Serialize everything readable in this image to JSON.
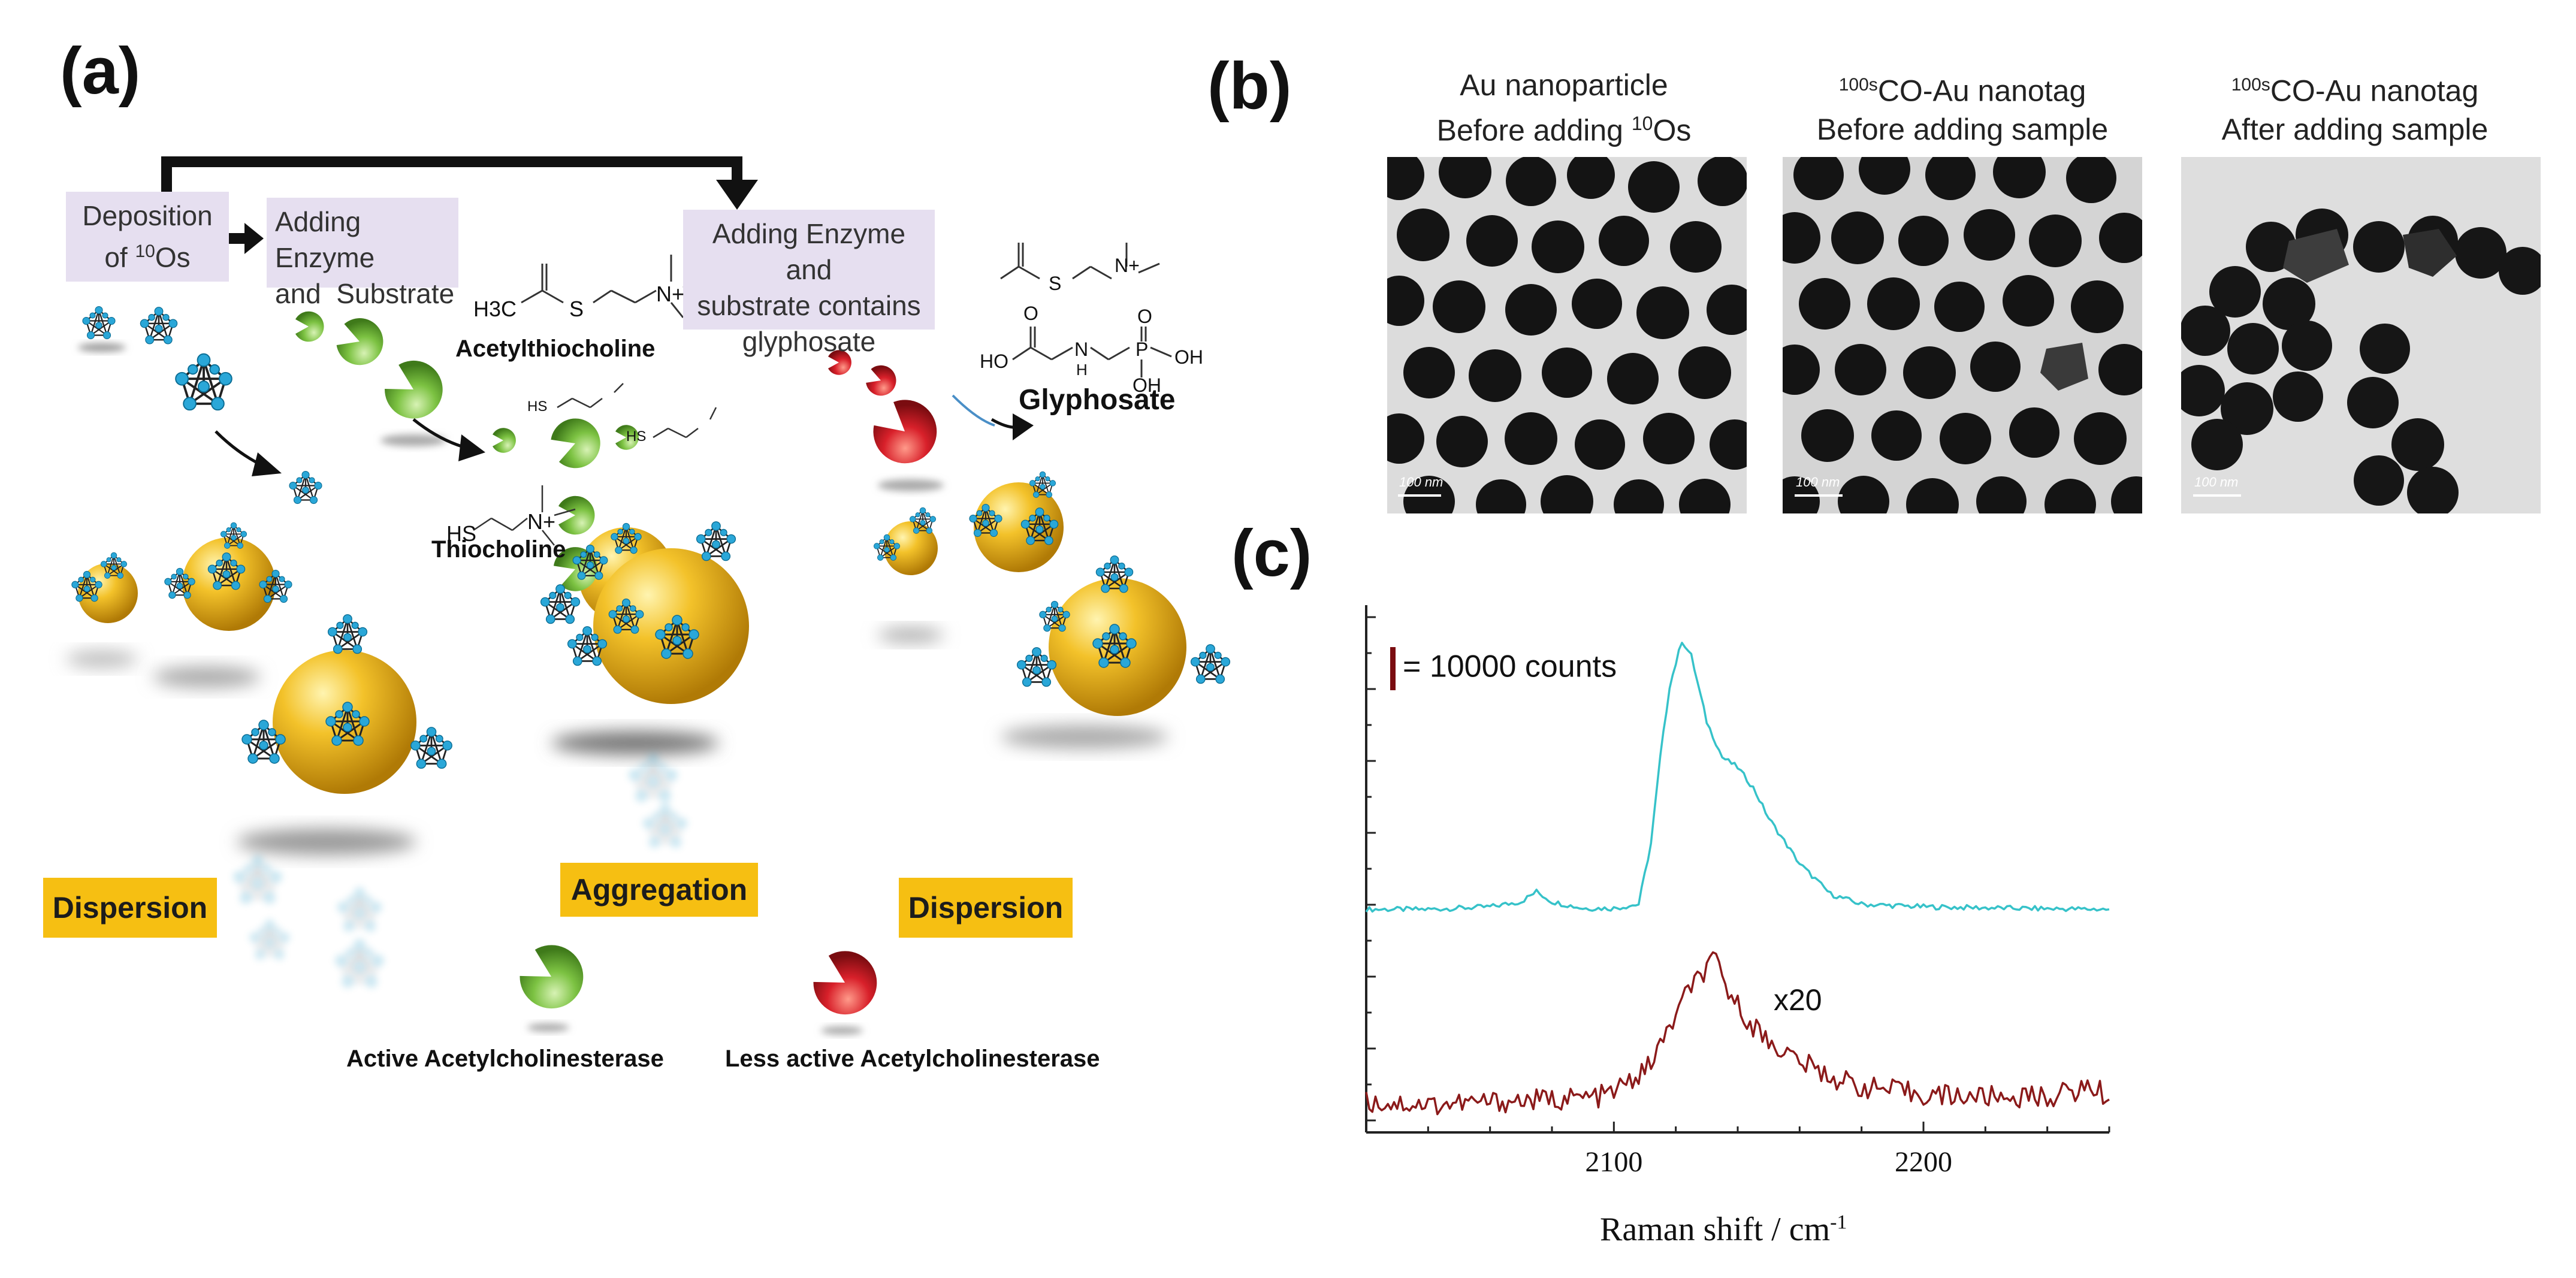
{
  "figure": {
    "panel_a": {
      "label": "(a)",
      "steps": {
        "deposition_line1": "Deposition",
        "deposition_line2_pre": "of ",
        "deposition_sup": "10",
        "deposition_line2_post": "Os",
        "adding_enzyme_line1": "Adding Enzyme",
        "adding_enzyme_line2": "and  Substrate",
        "adding_glyphosate_line1": "Adding Enzyme and",
        "adding_glyphosate_line2": "substrate contains",
        "adding_glyphosate_line3": "glyphosate"
      },
      "molecules": {
        "acetylthiocholine": "Acetylthiocholine",
        "thiocholine": "Thiocholine",
        "glyphosate": "Glyphosate",
        "h3c": "H3C",
        "s": "S",
        "n_plus": "N+",
        "hs": "HS",
        "o": "O",
        "oh": "OH",
        "ho": "HO",
        "p": "P",
        "n": "N",
        "h": "H"
      },
      "states": [
        "Dispersion",
        "Aggregation",
        "Dispersion"
      ],
      "legend": {
        "active": "Active Acetylcholinesterase",
        "less_active": "Less active Acetylcholinesterase"
      },
      "colors": {
        "step_box": "#e6dff0",
        "state_box": "#f6bf12",
        "gold": "#f0b51c",
        "cluster": "#2aa7d8",
        "active_enzyme": "#7cc242",
        "inactive_enzyme": "#d8202a"
      }
    },
    "panel_b": {
      "label": "(b)",
      "images": [
        {
          "caption_line1": "Au nanoparticle",
          "caption_line2_pre": "Before adding ",
          "caption_sup": "10",
          "caption_line2_post": "Os",
          "scale_bar": "100 nm"
        },
        {
          "caption_sup": "100s",
          "caption_line1_post": "CO-Au nanotag",
          "caption_line2": "Before adding sample",
          "scale_bar": "100 nm"
        },
        {
          "caption_sup": "100s",
          "caption_line1_post": "CO-Au nanotag",
          "caption_line2": "After adding sample",
          "scale_bar": "100 nm"
        }
      ]
    },
    "panel_c": {
      "label": "(c)",
      "scale_text": "= 10000 counts",
      "multiplier": "x20",
      "xlabel": "Raman shift / cm",
      "xlabel_sup": "-1"
    }
  },
  "chart_data": {
    "type": "line",
    "title": "",
    "xlabel": "Raman shift / cm-1",
    "ylabel": "",
    "xlim": [
      2020,
      2260
    ],
    "xticks": [
      2100,
      2200
    ],
    "series": [
      {
        "color": "#36c2c9",
        "x": [
          2020,
          2040,
          2060,
          2070,
          2075,
          2080,
          2090,
          2100,
          2108,
          2112,
          2115,
          2118,
          2122,
          2125,
          2130,
          2135,
          2140,
          2145,
          2150,
          2160,
          2170,
          2180,
          2200,
          2230,
          2260
        ],
        "y": [
          0.2,
          0.2,
          0.25,
          0.35,
          0.55,
          0.35,
          0.22,
          0.22,
          0.3,
          1.5,
          3.2,
          4.6,
          5.5,
          5.2,
          3.9,
          3.2,
          3.0,
          2.6,
          2.0,
          1.1,
          0.5,
          0.3,
          0.25,
          0.22,
          0.2
        ]
      },
      {
        "color": "#8b1a1a",
        "x": [
          2020,
          2040,
          2060,
          2080,
          2095,
          2100,
          2110,
          2115,
          2120,
          2125,
          2130,
          2133,
          2135,
          2140,
          2145,
          2150,
          2160,
          2170,
          2180,
          2200,
          2220,
          2240,
          2255,
          2260
        ],
        "y": [
          -3.6,
          -3.65,
          -3.6,
          -3.55,
          -3.5,
          -3.4,
          -3.0,
          -2.5,
          -1.9,
          -1.3,
          -1.0,
          -0.8,
          -1.2,
          -1.7,
          -2.1,
          -2.4,
          -2.8,
          -3.1,
          -3.3,
          -3.45,
          -3.5,
          -3.5,
          -3.3,
          -3.55
        ]
      }
    ],
    "annotations": [
      "= 10000 counts",
      "x20"
    ]
  }
}
